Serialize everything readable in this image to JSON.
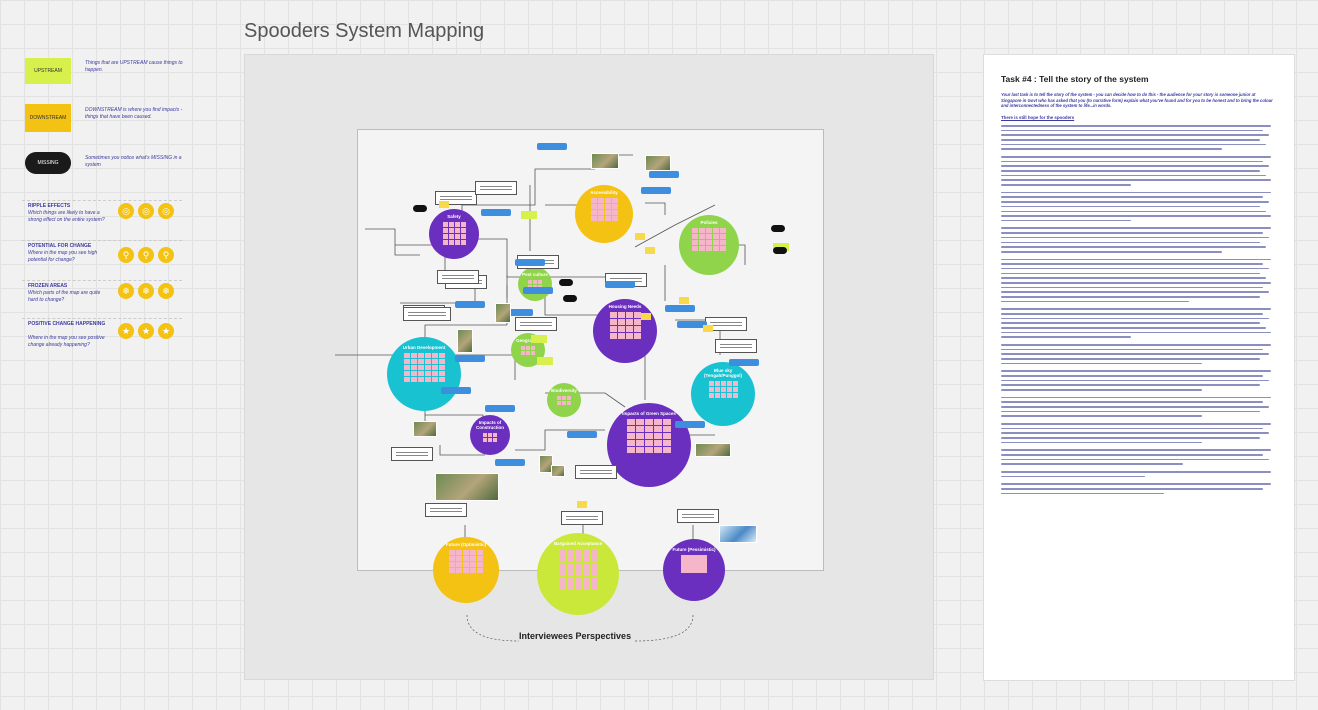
{
  "board": {
    "title": "Spooders System Mapping"
  },
  "legend": {
    "upstream": {
      "sticky": "UPSTREAM",
      "text": "Things that are UPSTREAM cause things to happen.",
      "color": "#d8f04b"
    },
    "downstream": {
      "sticky": "DOWNSTREAM",
      "text": "DOWNSTREAM is where you find impacts - things that have been caused.",
      "color": "#f3c212"
    },
    "missing": {
      "sticky": "MISSING",
      "text": "Sometimes you notice what's MISSING in a system",
      "color": "#1a1a1a"
    },
    "sections": [
      {
        "title": "RIPPLE EFFECTS",
        "desc": "Which things are likely to have a strong effect on the entire system?",
        "icon": "ripple-icon"
      },
      {
        "title": "POTENTIAL FOR CHANGE",
        "desc": "Where in the map you see high potential for change?",
        "icon": "magnifier-icon"
      },
      {
        "title": "FROZEN AREAS",
        "desc": "Which parts of the map are quite hard to change?",
        "icon": "snowflake-icon"
      },
      {
        "title": "POSITIVE CHANGE HAPPENING",
        "desc": "Where in the map you see positive change already happening?",
        "icon": "star-icon"
      }
    ]
  },
  "map": {
    "colors": {
      "purple": "#6b2fbf",
      "yellow": "#f3c212",
      "green": "#8fd44a",
      "cyan": "#19c2d0",
      "limegreen": "#c9e83a"
    },
    "nodes": [
      {
        "id": "safety",
        "label": "Safety",
        "color": "#6b2fbf"
      },
      {
        "id": "accessibility",
        "label": "Accessibility",
        "color": "#f3c212"
      },
      {
        "id": "policies",
        "label": "Policies",
        "color": "#8fd44a"
      },
      {
        "id": "pest-culture",
        "label": "Pest culture",
        "color": "#8fd44a"
      },
      {
        "id": "housing-needs",
        "label": "Housing Needs",
        "color": "#6b2fbf"
      },
      {
        "id": "urban-development",
        "label": "Urban Development",
        "color": "#19c2d0"
      },
      {
        "id": "geography",
        "label": "Geography",
        "color": "#8fd44a"
      },
      {
        "id": "biodiversity",
        "label": "Biodiversity",
        "color": "#8fd44a"
      },
      {
        "id": "blue-sky",
        "label": "Blue sky (Tengah/Punggol)",
        "color": "#19c2d0"
      },
      {
        "id": "impacts-of-construction",
        "label": "Impacts of Construction",
        "color": "#6b2fbf"
      },
      {
        "id": "impacts-of-green-spaces",
        "label": "Impacts of Green Spaces",
        "color": "#6b2fbf"
      },
      {
        "id": "future-optimistic",
        "label": "Future (Optimistic)",
        "color": "#f3c212"
      },
      {
        "id": "bargained-acceptance",
        "label": "Bargained Acceptance",
        "color": "#c9e83a"
      },
      {
        "id": "future-pessimistic",
        "label": "Future (Pessimistic)",
        "color": "#6b2fbf"
      }
    ],
    "footer_label": "Interviewees Perspectives"
  },
  "document": {
    "title": "Task #4 : Tell the story of the system",
    "intro": "Your last task is to tell the story of the system - you can decide how to do this - the audience for your story is someone junior at Singapore in Govt who has asked that you (to narrative form) explain what you've found and for you to be honest and to bring the colour and interconnectedness of the system to life...in words.",
    "subtitle": "There is still hope for the spooders"
  }
}
